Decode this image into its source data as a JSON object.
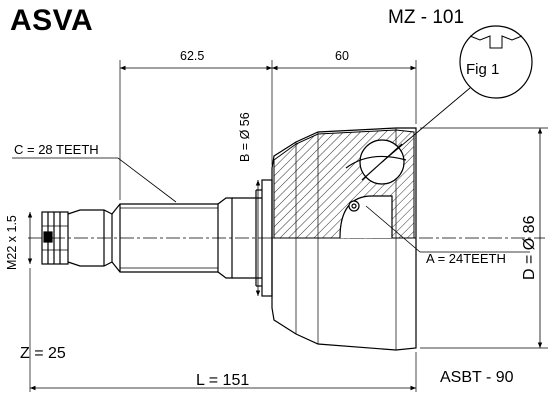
{
  "header": {
    "brand": "ASVA",
    "model": "MZ - 101"
  },
  "figure_label": "Fig 1",
  "dimensions": {
    "top_left": "62.5",
    "top_right": "60",
    "b_diameter": "B = Ø 56",
    "thread": "M22 x 1.5",
    "d_diameter": "D = Ø 86",
    "length": "L = 151"
  },
  "labels": {
    "c_teeth": "C = 28 TEETH",
    "a_teeth": "A = 24TEETH",
    "z_value": "Z = 25",
    "part_code": "ASBT - 90"
  }
}
